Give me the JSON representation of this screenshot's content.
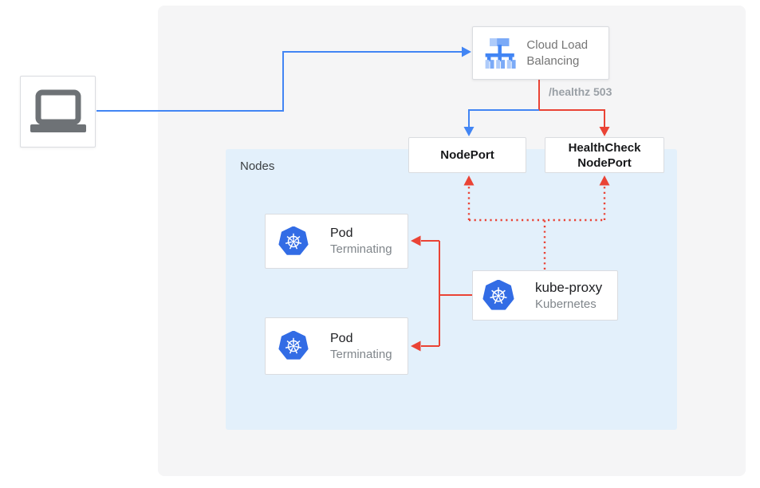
{
  "diagram": {
    "colors": {
      "blue": "#4285f4",
      "red": "#ea4335",
      "k8s_blue": "#326ce5",
      "panel_bg": "#f5f5f6",
      "nodes_bg": "#e3f0fb"
    },
    "client": {
      "icon": "laptop-icon"
    },
    "clb": {
      "label": "Cloud Load Balancing",
      "icon": "cloud-load-balancing-icon"
    },
    "health_check_label": "/healthz 503",
    "nodes_label": "Nodes",
    "nodeport_label": "NodePort",
    "healthcheck_nodeport_label": "HealthCheck NodePort",
    "pods": [
      {
        "title": "Pod",
        "status": "Terminating",
        "icon": "kubernetes-icon"
      },
      {
        "title": "Pod",
        "status": "Terminating",
        "icon": "kubernetes-icon"
      }
    ],
    "kube_proxy": {
      "title": "kube-proxy",
      "subtitle": "Kubernetes",
      "icon": "kubernetes-icon"
    }
  }
}
